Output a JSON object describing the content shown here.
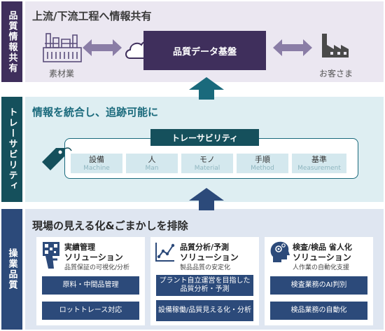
{
  "sections": {
    "top": {
      "side_label": "品質情報共有",
      "heading": "上流/下流工程へ情報共有"
    },
    "middle": {
      "side_label": "トレーサビリティ",
      "heading": "情報を統合し、追跡可能に"
    },
    "bottom": {
      "side_label": "操業品質",
      "heading": "現場の見える化&ごまかしを排除"
    }
  },
  "top": {
    "left_label": "素材業",
    "platform": "品質データ基盤",
    "right_label": "お客さま"
  },
  "traceability": {
    "title": "トレーサビリティ",
    "categories": [
      {
        "jp": "設備",
        "en": "Machine"
      },
      {
        "jp": "人",
        "en": "Man"
      },
      {
        "jp": "モノ",
        "en": "Material"
      },
      {
        "jp": "手順",
        "en": "Method"
      },
      {
        "jp": "基準",
        "en": "Measurement"
      }
    ]
  },
  "solutions": [
    {
      "line1": "実績管理",
      "line2": "ソリューション",
      "line3": "品質保証の可視化/分析",
      "buttons": [
        "原料・中間品管理",
        "ロットトレース対応"
      ]
    },
    {
      "line1": "品質分析/予測",
      "line2": "ソリューション",
      "line3": "製品品質の安定化",
      "buttons": [
        "プラント自立運営を目指した品質分析・予測",
        "設備稼働/品質見える化・分析"
      ]
    },
    {
      "line1": "検査/検品 省人化",
      "line2": "ソリューション",
      "line3": "人作業の自動化支援",
      "buttons": [
        "検査業務のAI判別",
        "検品業務の自動化"
      ]
    }
  ],
  "colors": {
    "purple": "#3f2f5c",
    "teal": "#15505c",
    "navy": "#2c4a7a",
    "arrow": "#8a7da6"
  },
  "icons": [
    "factory-icon",
    "cloud-icon",
    "double-arrow-icon",
    "customer-factory-icon",
    "up-arrow-icon",
    "tag-icon",
    "barcode-scanner-icon",
    "line-chart-icon",
    "ai-head-icon"
  ]
}
